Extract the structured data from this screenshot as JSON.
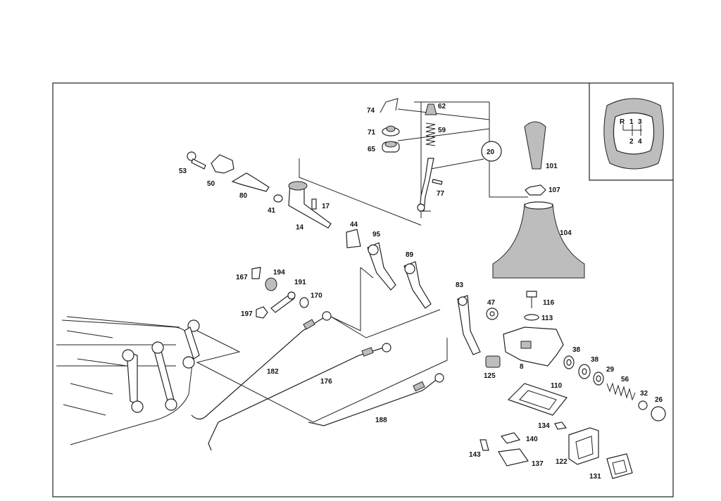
{
  "labels": {
    "p8": "8",
    "p14": "14",
    "p17": "17",
    "p20": "20",
    "p26": "26",
    "p29": "29",
    "p32": "32",
    "p38a": "38",
    "p38b": "38",
    "p41": "41",
    "p44": "44",
    "p47": "47",
    "p50": "50",
    "p53": "53",
    "p56": "56",
    "p59": "59",
    "p62": "62",
    "p65": "65",
    "p71": "71",
    "p74": "74",
    "p77": "77",
    "p80": "80",
    "p83": "83",
    "p89": "89",
    "p95": "95",
    "p101": "101",
    "p104": "104",
    "p107": "107",
    "p110": "110",
    "p113": "113",
    "p116": "116",
    "p122": "122",
    "p125": "125",
    "p131": "131",
    "p134": "134",
    "p137": "137",
    "p140": "140",
    "p143": "143",
    "p167": "167",
    "p170": "170",
    "p176": "176",
    "p182": "182",
    "p188": "188",
    "p191": "191",
    "p194": "194",
    "p197": "197"
  },
  "shift_pattern": {
    "reverse": "R",
    "gear1": "1",
    "gear3": "3",
    "gear2": "2",
    "gear4": "4"
  }
}
